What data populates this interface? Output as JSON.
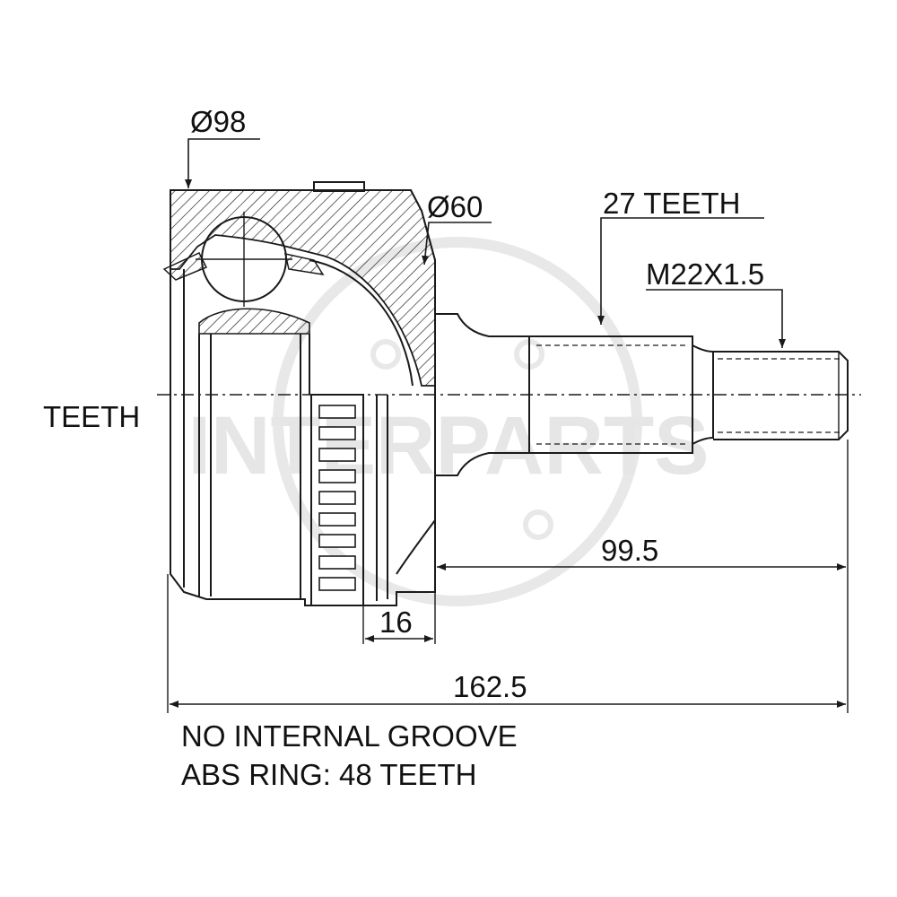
{
  "brand": {
    "watermark": "INTERPARTS"
  },
  "labels": {
    "outer_diameter": "Ø98",
    "bell_diameter": "Ø60",
    "spline_teeth": "27 TEETH",
    "thread": "M22X1.5",
    "inner_teeth": "TEETH",
    "abs_width": "16",
    "shaft_length": "99.5",
    "total_length": "162.5"
  },
  "notes": {
    "line1": "NO INTERNAL GROOVE",
    "line2": "ABS RING: 48 TEETH"
  },
  "colors": {
    "line": "#1a1a1a",
    "watermark": "#e6e6e6",
    "background": "#ffffff"
  }
}
